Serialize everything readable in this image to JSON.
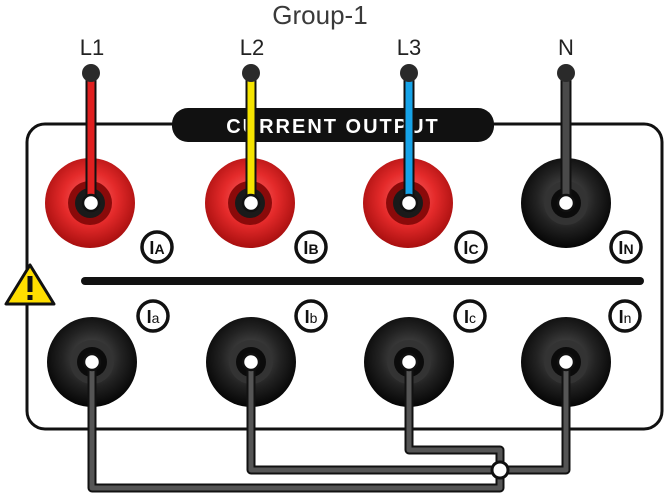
{
  "title": "Group-1",
  "panel_label": "CURRENT OUTPUT",
  "phase_labels": [
    "L1",
    "L2",
    "L3",
    "N"
  ],
  "top_terminals": [
    {
      "main": "I",
      "sub": "A",
      "color": "red"
    },
    {
      "main": "I",
      "sub": "B",
      "color": "red"
    },
    {
      "main": "I",
      "sub": "C",
      "color": "red"
    },
    {
      "main": "I",
      "sub": "N",
      "color": "black"
    }
  ],
  "bottom_terminals": [
    {
      "main": "I",
      "sub": "a"
    },
    {
      "main": "I",
      "sub": "b"
    },
    {
      "main": "I",
      "sub": "c"
    },
    {
      "main": "I",
      "sub": "n"
    }
  ],
  "wire_colors": {
    "L1": "#e02020",
    "L2": "#f5e400",
    "L3": "#16a3e8",
    "N": "#4a4a4a",
    "return": "#555555"
  },
  "warning_icon": "warning-triangle-icon"
}
